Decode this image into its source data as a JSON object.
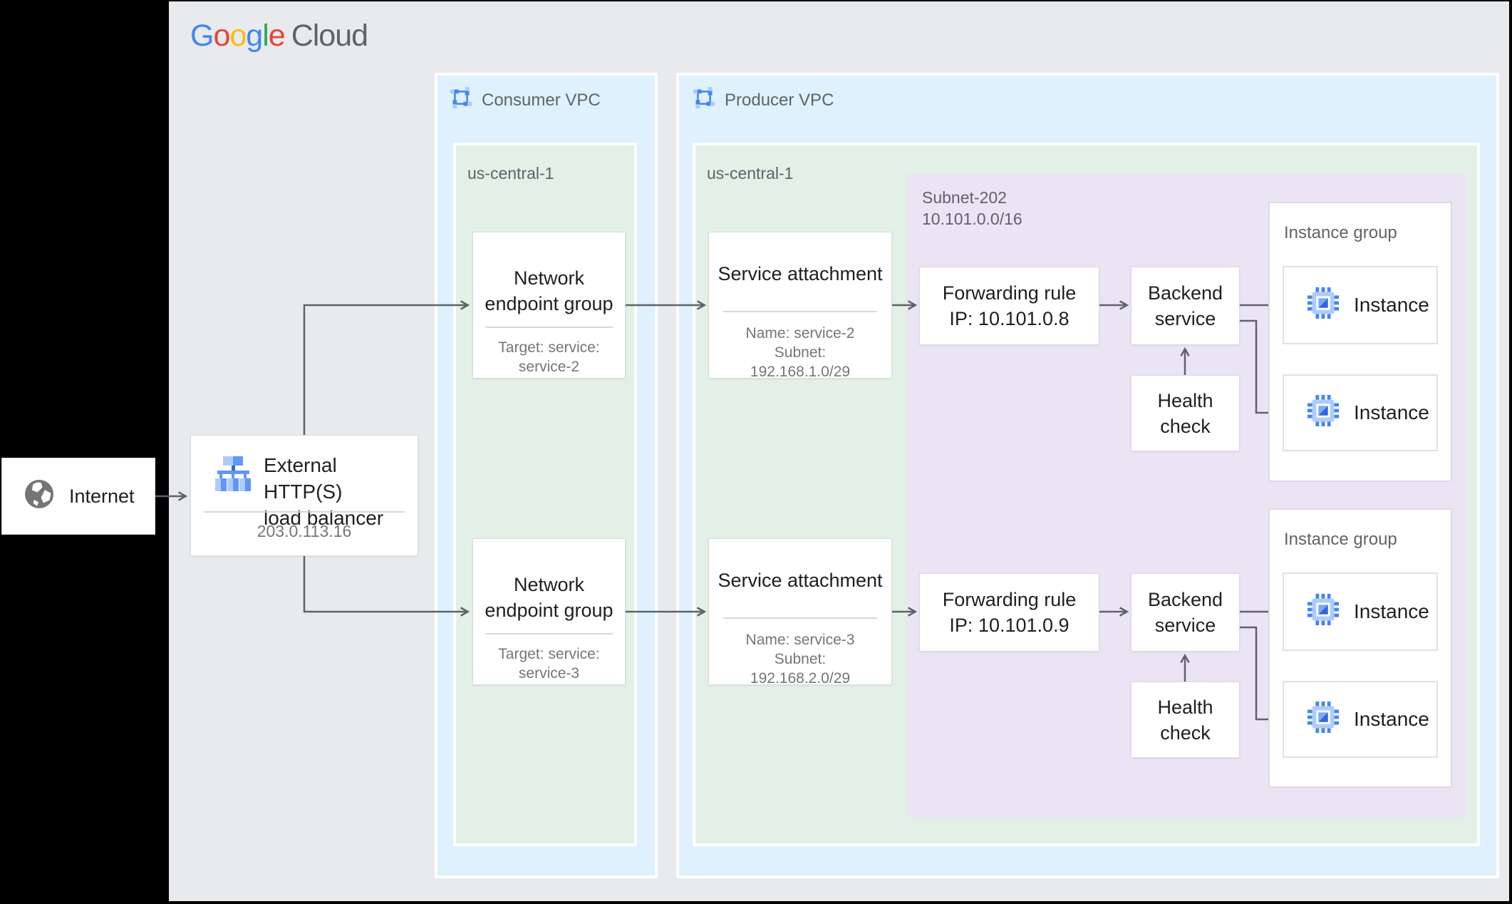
{
  "logo": {
    "letters": [
      "G",
      "o",
      "o",
      "g",
      "l",
      "e"
    ],
    "suffix": "Cloud"
  },
  "internet": {
    "label": "Internet"
  },
  "load_balancer": {
    "title_lines": [
      "External HTTP(S)",
      "load balancer"
    ],
    "ip": "203.0.113.16"
  },
  "consumer_vpc": {
    "label": "Consumer VPC",
    "region": {
      "label": "us-central-1"
    },
    "negs": [
      {
        "title_lines": [
          "Network",
          "endpoint group"
        ],
        "subtitle_lines": [
          "Target: service:",
          "service-2"
        ]
      },
      {
        "title_lines": [
          "Network",
          "endpoint group"
        ],
        "subtitle_lines": [
          "Target: service:",
          "service-3"
        ]
      }
    ]
  },
  "producer_vpc": {
    "label": "Producer VPC",
    "region": {
      "label": "us-central-1"
    },
    "service_attachments": [
      {
        "title": "Service attachment",
        "subtitle_lines": [
          "Name: service-2",
          "Subnet:",
          "192.168.1.0/29"
        ]
      },
      {
        "title": "Service attachment",
        "subtitle_lines": [
          "Name: service-3",
          "Subnet:",
          "192.168.2.0/29"
        ]
      }
    ],
    "subnet": {
      "label_lines": [
        "Subnet-202",
        "10.101.0.0/16"
      ],
      "rows": [
        {
          "forwarding_rule_lines": [
            "Forwarding rule",
            "IP: 10.101.0.8"
          ],
          "backend_service_lines": [
            "Backend",
            "service"
          ],
          "health_check_lines": [
            "Health",
            "check"
          ],
          "instance_group": {
            "label": "Instance group",
            "instances": [
              {
                "label": "Instance"
              },
              {
                "label": "Instance"
              }
            ]
          }
        },
        {
          "forwarding_rule_lines": [
            "Forwarding rule",
            "IP: 10.101.0.9"
          ],
          "backend_service_lines": [
            "Backend",
            "service"
          ],
          "health_check_lines": [
            "Health",
            "check"
          ],
          "instance_group": {
            "label": "Instance group",
            "instances": [
              {
                "label": "Instance"
              },
              {
                "label": "Instance"
              }
            ]
          }
        }
      ]
    }
  },
  "colors": {
    "accent_blue": "#4285F4",
    "container_blue": "#DEF1FC",
    "region_green": "#E3F0E6",
    "subnet_purple": "#EBE4F5",
    "arrow_gray": "#5F6368",
    "canvas_gray": "#E8EAED"
  }
}
